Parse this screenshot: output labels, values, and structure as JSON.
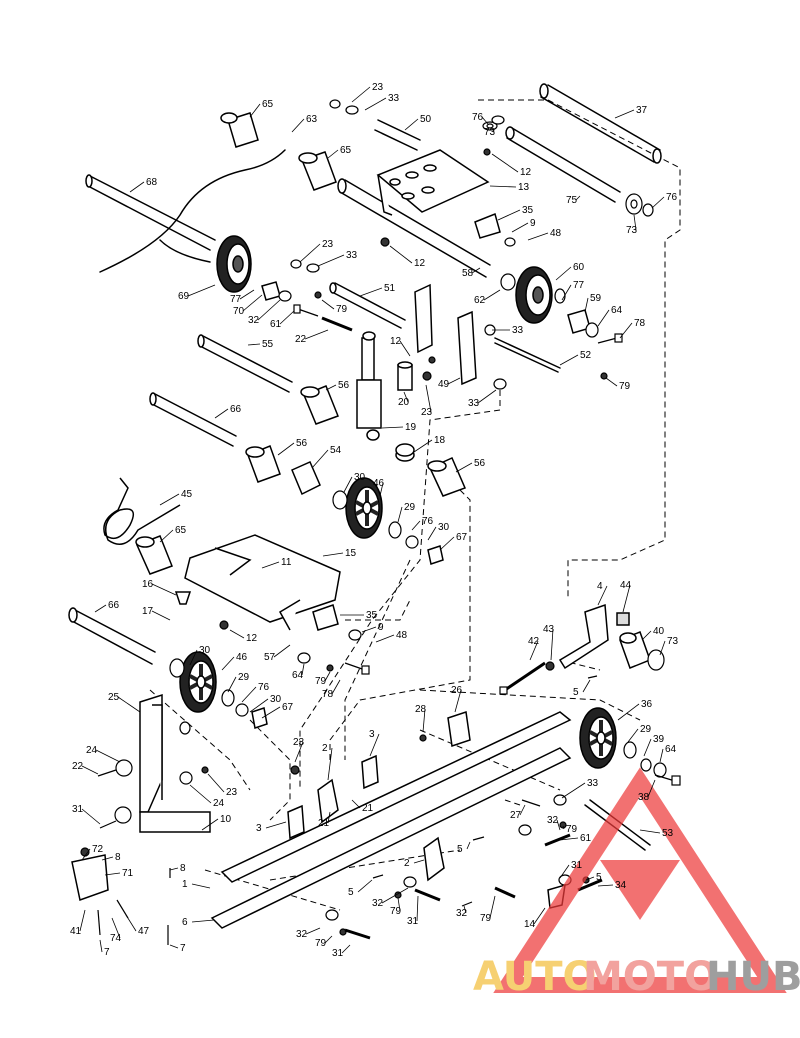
{
  "part_labels": [
    {
      "n": "23"
    },
    {
      "n": "33"
    },
    {
      "n": "65"
    },
    {
      "n": "63"
    },
    {
      "n": "50"
    },
    {
      "n": "76"
    },
    {
      "n": "73"
    },
    {
      "n": "37"
    },
    {
      "n": "65"
    },
    {
      "n": "12"
    },
    {
      "n": "68"
    },
    {
      "n": "13"
    },
    {
      "n": "75"
    },
    {
      "n": "76"
    },
    {
      "n": "73"
    },
    {
      "n": "35"
    },
    {
      "n": "9"
    },
    {
      "n": "48"
    },
    {
      "n": "23"
    },
    {
      "n": "33"
    },
    {
      "n": "12"
    },
    {
      "n": "58"
    },
    {
      "n": "60"
    },
    {
      "n": "69"
    },
    {
      "n": "77"
    },
    {
      "n": "70"
    },
    {
      "n": "32"
    },
    {
      "n": "79"
    },
    {
      "n": "51"
    },
    {
      "n": "62"
    },
    {
      "n": "77"
    },
    {
      "n": "59"
    },
    {
      "n": "64"
    },
    {
      "n": "61"
    },
    {
      "n": "22"
    },
    {
      "n": "78"
    },
    {
      "n": "33"
    },
    {
      "n": "55"
    },
    {
      "n": "12"
    },
    {
      "n": "52"
    },
    {
      "n": "49"
    },
    {
      "n": "79"
    },
    {
      "n": "56"
    },
    {
      "n": "20"
    },
    {
      "n": "23"
    },
    {
      "n": "33"
    },
    {
      "n": "66"
    },
    {
      "n": "19"
    },
    {
      "n": "18"
    },
    {
      "n": "56"
    },
    {
      "n": "54"
    },
    {
      "n": "56"
    },
    {
      "n": "30"
    },
    {
      "n": "46"
    },
    {
      "n": "45"
    },
    {
      "n": "29"
    },
    {
      "n": "76"
    },
    {
      "n": "30"
    },
    {
      "n": "67"
    },
    {
      "n": "65"
    },
    {
      "n": "11"
    },
    {
      "n": "15"
    },
    {
      "n": "16"
    },
    {
      "n": "4"
    },
    {
      "n": "44"
    },
    {
      "n": "17"
    },
    {
      "n": "35"
    },
    {
      "n": "12"
    },
    {
      "n": "9"
    },
    {
      "n": "48"
    },
    {
      "n": "66"
    },
    {
      "n": "57"
    },
    {
      "n": "43"
    },
    {
      "n": "42"
    },
    {
      "n": "40"
    },
    {
      "n": "73"
    },
    {
      "n": "30"
    },
    {
      "n": "46"
    },
    {
      "n": "64"
    },
    {
      "n": "79"
    },
    {
      "n": "78"
    },
    {
      "n": "29"
    },
    {
      "n": "76"
    },
    {
      "n": "30"
    },
    {
      "n": "67"
    },
    {
      "n": "26"
    },
    {
      "n": "5"
    },
    {
      "n": "25"
    },
    {
      "n": "36"
    },
    {
      "n": "28"
    },
    {
      "n": "29"
    },
    {
      "n": "39"
    },
    {
      "n": "64"
    },
    {
      "n": "24"
    },
    {
      "n": "23"
    },
    {
      "n": "2"
    },
    {
      "n": "3"
    },
    {
      "n": "22"
    },
    {
      "n": "23"
    },
    {
      "n": "24"
    },
    {
      "n": "33"
    },
    {
      "n": "38"
    },
    {
      "n": "31"
    },
    {
      "n": "10"
    },
    {
      "n": "3"
    },
    {
      "n": "21"
    },
    {
      "n": "21"
    },
    {
      "n": "27"
    },
    {
      "n": "53"
    },
    {
      "n": "32"
    },
    {
      "n": "79"
    },
    {
      "n": "61"
    },
    {
      "n": "72"
    },
    {
      "n": "8"
    },
    {
      "n": "71"
    },
    {
      "n": "8"
    },
    {
      "n": "5"
    },
    {
      "n": "2"
    },
    {
      "n": "32"
    },
    {
      "n": "79"
    },
    {
      "n": "31"
    },
    {
      "n": "1"
    },
    {
      "n": "5"
    },
    {
      "n": "32"
    },
    {
      "n": "79"
    },
    {
      "n": "31"
    },
    {
      "n": "5"
    },
    {
      "n": "34"
    },
    {
      "n": "41"
    },
    {
      "n": "74"
    },
    {
      "n": "47"
    },
    {
      "n": "6"
    },
    {
      "n": "14"
    },
    {
      "n": "32"
    },
    {
      "n": "79"
    },
    {
      "n": "31"
    },
    {
      "n": "7"
    },
    {
      "n": "7"
    }
  ],
  "watermark": {
    "part1": "AUTO",
    "part2": "MOTO",
    "part3": "HUB",
    "color_auto": "#f3bf3c",
    "color_moto": "#ee7f7a",
    "color_hub": "#7a7a7a",
    "triangle_color": "#ee3b3b"
  }
}
